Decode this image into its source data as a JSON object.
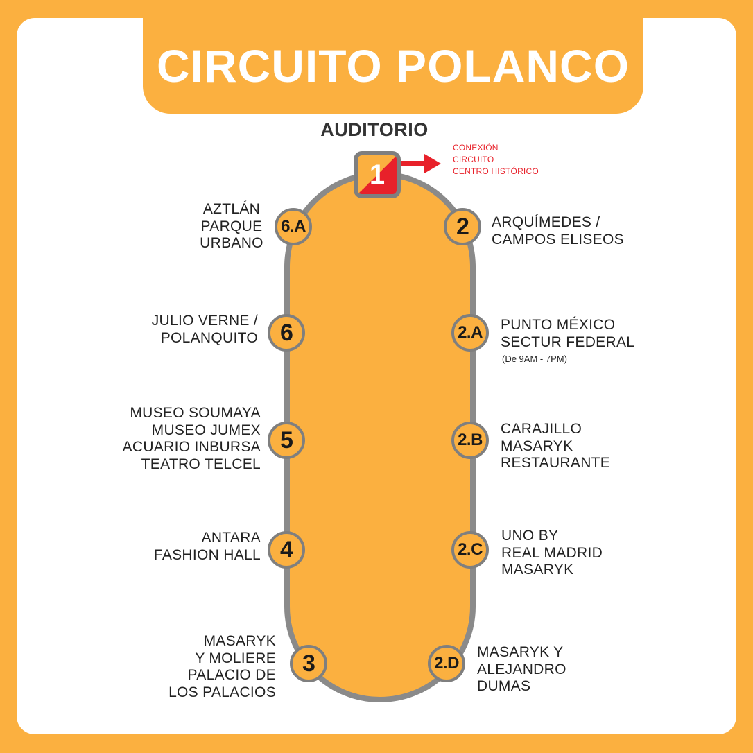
{
  "title": "CIRCUITO POLANCO",
  "origin": {
    "name": "AUDITORIO",
    "number": "1",
    "connection": "CONEXIÓN\nCIRCUITO\nCENTRO HISTÓRICO"
  },
  "stops": [
    {
      "id": "2",
      "label": "ARQUÍMEDES /\nCAMPOS ELISEOS"
    },
    {
      "id": "2.A",
      "label": "PUNTO MÉXICO\nSECTUR FEDERAL",
      "note": "(De 9AM - 7PM)"
    },
    {
      "id": "2.B",
      "label": "CARAJILLO\nMASARYK\nRESTAURANTE"
    },
    {
      "id": "2.C",
      "label": "UNO BY\nREAL MADRID\nMASARYK"
    },
    {
      "id": "2.D",
      "label": "MASARYK Y\nALEJANDRO\nDUMAS"
    },
    {
      "id": "3",
      "label": "MASARYK\nY MOLIERE\nPALACIO DE\nLOS PALACIOS"
    },
    {
      "id": "4",
      "label": "ANTARA\nFASHION HALL"
    },
    {
      "id": "5",
      "label": "MUSEO SOUMAYA\nMUSEO JUMEX\nACUARIO INBURSA\nTEATRO TELCEL"
    },
    {
      "id": "6",
      "label": "JULIO VERNE /\nPOLANQUITO"
    },
    {
      "id": "6.A",
      "label": "AZTLÁN\nPARQUE\nURBANO"
    }
  ],
  "colors": {
    "accent": "#FBB040",
    "track": "#8A8A8A",
    "connection": "#E8212A"
  }
}
